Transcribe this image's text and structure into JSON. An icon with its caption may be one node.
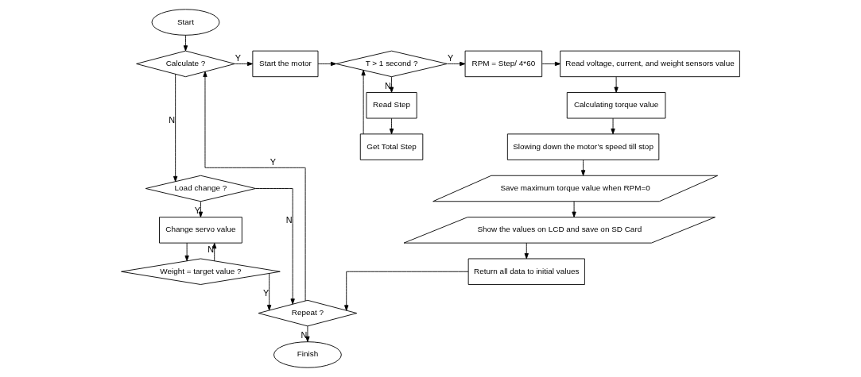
{
  "diagram": {
    "nodes": [
      {
        "text": [
          "Start"
        ]
      },
      {
        "text": [
          "Calculate ?"
        ]
      },
      {
        "text": [
          "Start the motor"
        ]
      },
      {
        "text": [
          "T > 1 second ?"
        ]
      },
      {
        "text": [
          "RPM = Step/ 4*60"
        ]
      },
      {
        "text": [
          "Read voltage, current, and weight sensors value"
        ]
      },
      {
        "text": [
          "Load change ?"
        ]
      },
      {
        "text": [
          "Read Step"
        ]
      },
      {
        "text": [
          "Calculating torque value"
        ]
      },
      {
        "text": [
          "Get Total Step"
        ]
      },
      {
        "text": [
          "Change servo value"
        ]
      },
      {
        "text": [
          "Slowing down the motor’s speed till stop"
        ]
      },
      {
        "text": [
          "Weight = target value ?"
        ]
      },
      {
        "text": [
          "Save maximum torque value when RPM=0"
        ]
      },
      {
        "text": [
          "Show the values on LCD and save on SD Card"
        ]
      },
      {
        "text": [
          "Return all data to initial values"
        ]
      },
      {
        "text": [
          "Repeat ?"
        ]
      },
      {
        "text": [
          "Finish"
        ]
      }
    ],
    "edges": [
      {
        "from": 0,
        "to": 1,
        "arrow": "to"
      },
      {
        "from": 1,
        "to": 2,
        "arrow": "to",
        "label": "Y"
      },
      {
        "from": 1,
        "to": 6,
        "arrow": "to",
        "label": "N"
      },
      {
        "from": 2,
        "to": 3,
        "arrow": "to"
      },
      {
        "from": 3,
        "to": 4,
        "arrow": "to",
        "label": "Y"
      },
      {
        "from": 3,
        "to": 7,
        "arrow": "to",
        "label": "N"
      },
      {
        "from": 7,
        "to": 9,
        "arrow": "to"
      },
      {
        "from": 9,
        "to": 3,
        "arrow": "to"
      },
      {
        "from": 4,
        "to": 5,
        "arrow": "to"
      },
      {
        "from": 5,
        "to": 8,
        "arrow": "to"
      },
      {
        "from": 8,
        "to": 11,
        "arrow": "to"
      },
      {
        "from": 11,
        "to": 13,
        "arrow": "to"
      },
      {
        "from": 13,
        "to": 14,
        "arrow": "to"
      },
      {
        "from": 14,
        "to": 15,
        "arrow": "to"
      },
      {
        "from": 15,
        "to": 16,
        "arrow": "to"
      },
      {
        "from": 6,
        "to": 10,
        "arrow": "to",
        "label": "Y"
      },
      {
        "from": 10,
        "to": 12,
        "arrow": "to"
      },
      {
        "from": 12,
        "to": 10,
        "arrow": "to",
        "label": "N"
      },
      {
        "from": 12,
        "to": 16,
        "arrow": "to",
        "label": "Y"
      },
      {
        "from": 6,
        "to": 16,
        "arrow": "to",
        "label": "N"
      },
      {
        "from": 16,
        "to": 1,
        "arrow": "to",
        "label": "Y"
      },
      {
        "from": 16,
        "to": 17,
        "arrow": "to",
        "label": "N"
      }
    ]
  }
}
